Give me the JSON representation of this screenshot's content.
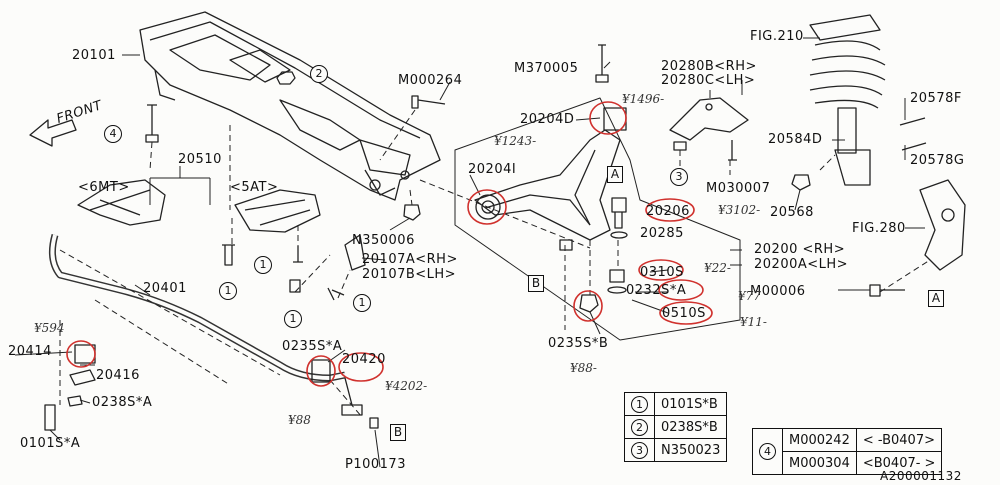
{
  "labels": {
    "crossmember": "20101",
    "m000264": "M000264",
    "bracket": "20510",
    "mt6": "<6MT>",
    "at5": "<5AT>",
    "n350006": "N350006",
    "l20107a": "20107A<RH>",
    "l20107b": "20107B<LH>",
    "stabilizer": "20401",
    "l20414": "20414",
    "l20416": "20416",
    "l0238sa": "0238S*A",
    "l0101sa": "0101S*A",
    "l0235sa": "0235S*A",
    "l20420": "20420",
    "p100173": "P100173",
    "m370005": "M370005",
    "l20204d": "20204D",
    "l20204i": "20204I",
    "l20206": "20206",
    "l20285": "20285",
    "l0310s": "0310S",
    "l0232sa": "0232S*A",
    "l0510s": "0510S",
    "l0235sb": "0235S*B",
    "l20280b": "20280B<RH>",
    "l20280c": "20280C<LH>",
    "m030007": "M030007",
    "l20200": "20200 <RH>",
    "l20200a": "20200A<LH>",
    "m00006": "M00006",
    "fig210": "FIG.210",
    "l20578f": "20578F",
    "l20584d": "20584D",
    "l20578g": "20578G",
    "l20568": "20568",
    "fig280": "FIG.280",
    "front": "FRONT",
    "diagram_id": "A200001132"
  },
  "callouts": {
    "c1": "1",
    "c2": "2",
    "c3": "3",
    "c4": "4"
  },
  "refs": {
    "a": "A",
    "b": "B"
  },
  "notes": {
    "n1496": "¥1496-",
    "n1243": "¥1243-",
    "n3102": "¥3102-",
    "n22": "¥22-",
    "n77": "¥77",
    "n11": "¥11-",
    "n88a": "¥88-",
    "n88b": "¥88",
    "n4202": "¥4202-",
    "n594": "¥594"
  },
  "legend": [
    {
      "num": "1",
      "part": "0101S*B"
    },
    {
      "num": "2",
      "part": "0238S*B"
    },
    {
      "num": "3",
      "part": "N350023"
    }
  ],
  "legend4": {
    "num": "4",
    "rows": [
      {
        "part": "M000242",
        "range": "<   -B0407>"
      },
      {
        "part": "M000304",
        "range": "<B0407-   >"
      }
    ]
  },
  "colors": {
    "markup_red": "#d0312d",
    "ink": "#111111"
  }
}
